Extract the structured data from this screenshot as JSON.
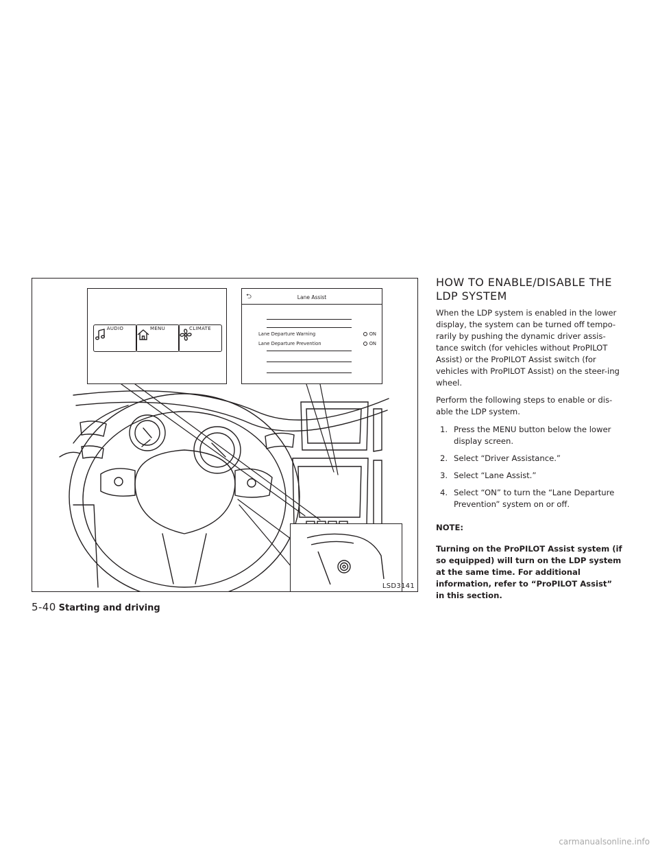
{
  "figure": {
    "code": "LSD3141",
    "buttons": [
      {
        "label": "AUDIO",
        "icon": "music-note-icon"
      },
      {
        "label": "MENU",
        "icon": "home-icon"
      },
      {
        "label": "CLIMATE",
        "icon": "fan-icon"
      }
    ],
    "lane_assist": {
      "title": "Lane Assist",
      "back_icon": "back-arrow-icon",
      "rows": [
        {
          "name": "Lane Departure Warning",
          "state": "ON"
        },
        {
          "name": "Lane Departure Prevention",
          "state": "ON"
        }
      ]
    }
  },
  "heading": "HOW TO ENABLE/DISABLE THE LDP SYSTEM",
  "paragraph1": "When the LDP system is enabled in the lower display, the system can be turned off tempo-rarily by pushing the dynamic driver assis-tance switch (for vehicles without ProPILOT Assist) or the ProPILOT Assist switch (for vehicles with ProPILOT Assist) on the steer-ing wheel.",
  "paragraph2": "Perform the following steps to enable or dis-able the LDP system.",
  "steps": [
    {
      "num": "1.",
      "text": "Press the MENU button below the lower display screen."
    },
    {
      "num": "2.",
      "text": "Select “Driver Assistance.”"
    },
    {
      "num": "3.",
      "text": "Select “Lane Assist.”"
    },
    {
      "num": "4.",
      "text": "Select “ON” to turn the “Lane Departure Prevention” system on or off."
    }
  ],
  "note_label": "NOTE:",
  "note_text": "Turning on the ProPILOT Assist system (if so equipped) will turn on the LDP system at the same time. For additional information, refer to “ProPILOT Assist” in this section.",
  "footer": {
    "page": "5-40",
    "section": "Starting and driving"
  },
  "watermark": "carmanualsonline.info"
}
